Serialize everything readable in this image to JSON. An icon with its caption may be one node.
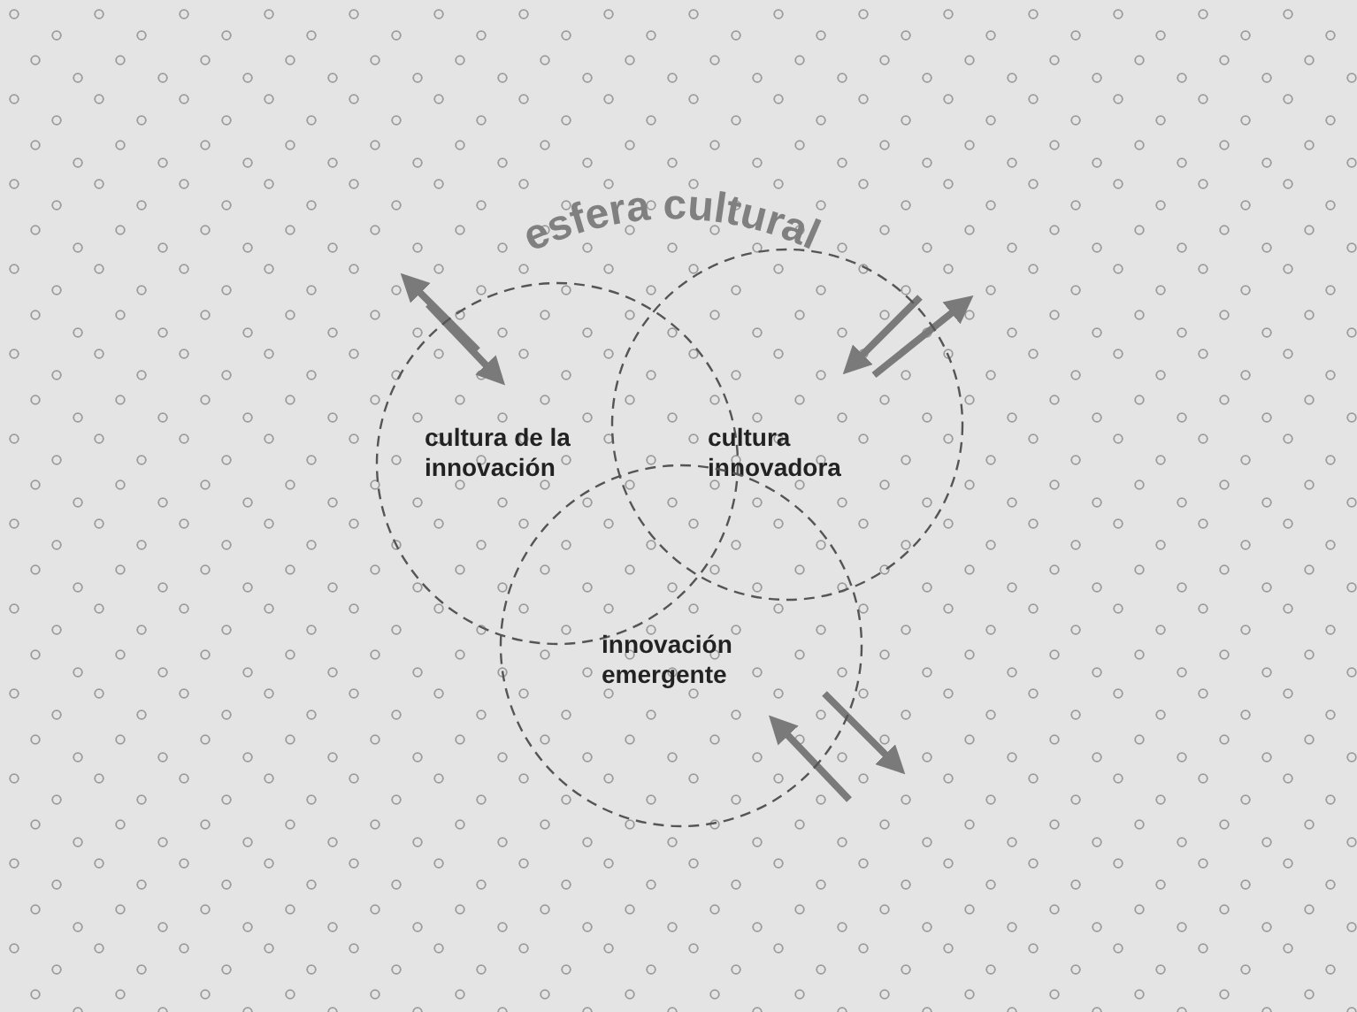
{
  "diagram": {
    "nodes": [
      {
        "text": [
          "cultura de la innovación"
        ]
      },
      {
        "text": [
          "cultura innovadora"
        ]
      },
      {
        "text": [
          "innovación emergente"
        ]
      }
    ],
    "labels": [
      "esfera cultural"
    ]
  }
}
